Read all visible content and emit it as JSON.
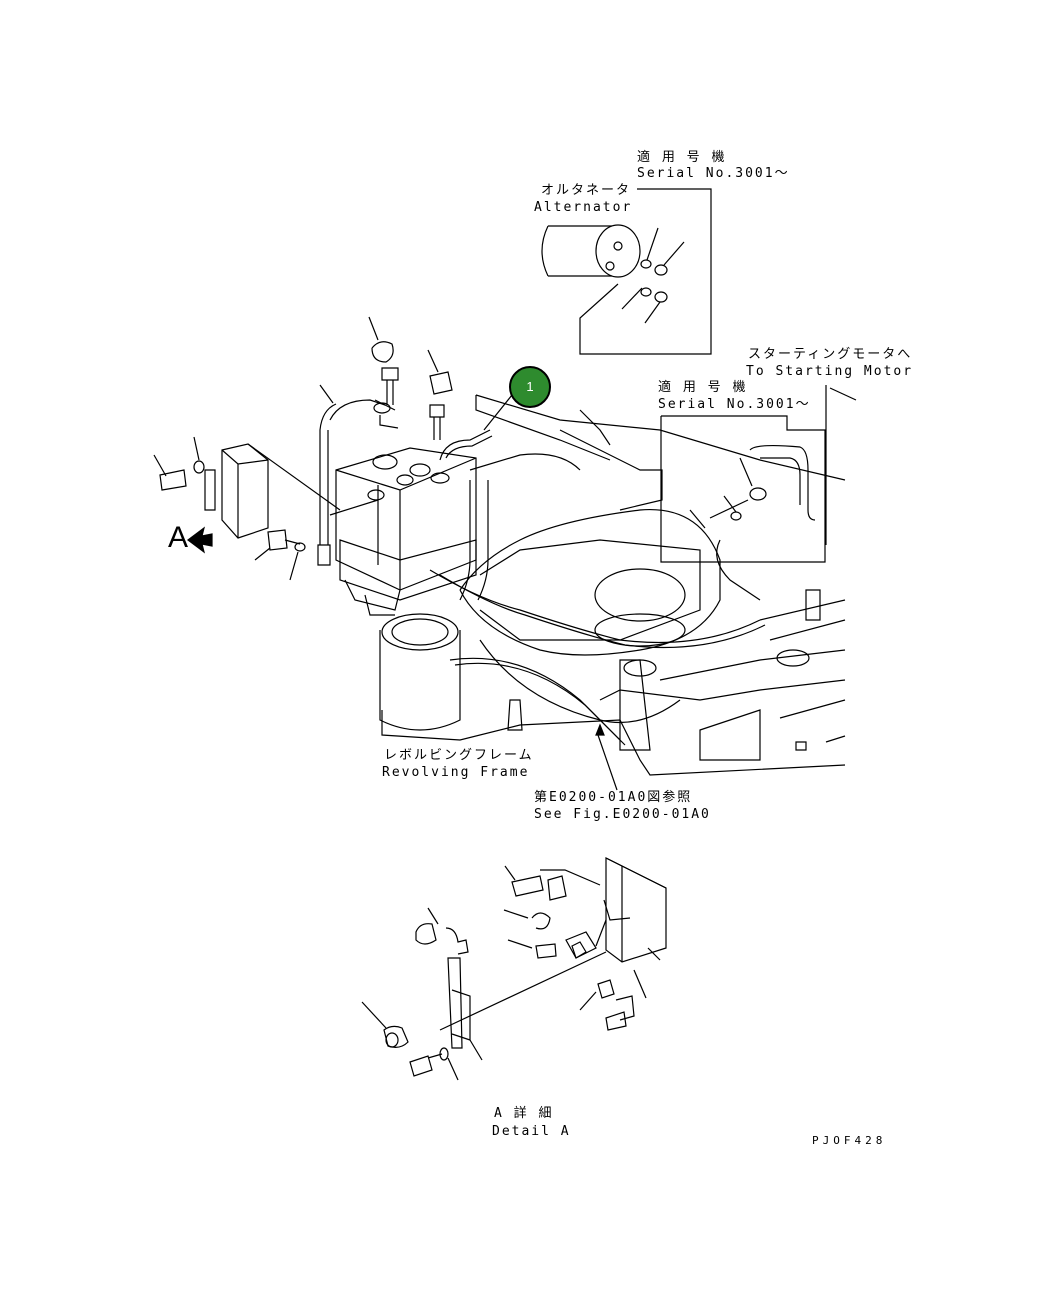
{
  "labels": {
    "serial_top_jp": "適 用 号 機",
    "serial_top_en": "Serial No.3001～",
    "alternator_jp": "オルタネータ",
    "alternator_en": "Alternator",
    "starting_motor_jp": "スターティングモータへ",
    "starting_motor_en": "To Starting Motor",
    "serial_mid_jp": "適 用 号 機",
    "serial_mid_en": "Serial No.3001～",
    "view_arrow": "A",
    "revolving_frame_jp": "レボルビングフレーム",
    "revolving_frame_en": "Revolving Frame",
    "see_fig_jp": "第E0200-01A0図参照",
    "see_fig_en": "See Fig.E0200-01A0",
    "detail_jp": "A 詳 細",
    "detail_en": "Detail A",
    "drawing_id": "PJOF428"
  },
  "callout": {
    "number": "1",
    "color": "#2e8b2e"
  }
}
